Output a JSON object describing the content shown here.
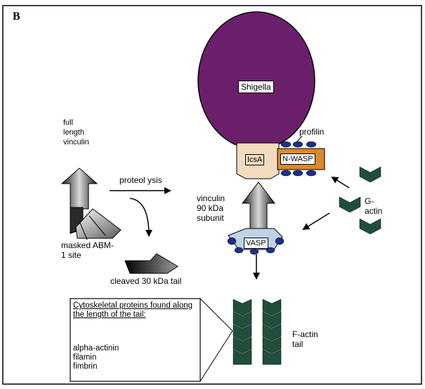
{
  "panel_letter": "B",
  "labels": {
    "shigella": "Shigella",
    "profilin": "profilin",
    "icsa": "IcsA",
    "nwasp": "N-WASP",
    "g_actin": "G-\nactin",
    "full_length_vinculin": "full\nlength\nvinculin",
    "proteolysis": "proteol ysis",
    "vinculin_90": "vinculin\n90 kDa\nsubunit",
    "masked_abm": "masked ABM-\n1 site",
    "vasp": "VASP",
    "cleaved_tail": "cleaved 30 kDa tail",
    "f_actin": "F-actin\ntail"
  },
  "callout": {
    "title": "Cytoskeletal proteins found along the length of the tail:",
    "items": [
      "alpha-actinin",
      "filamin",
      "fimbrin"
    ]
  },
  "colors": {
    "shigella": "#6b1f6b",
    "actin": "#1f4f3a",
    "nwasp": "#d98a2b",
    "icsa": "#f2dcbf",
    "blue_dots": "#1d2f8c",
    "vasp_fill": "#bfd2e6"
  }
}
